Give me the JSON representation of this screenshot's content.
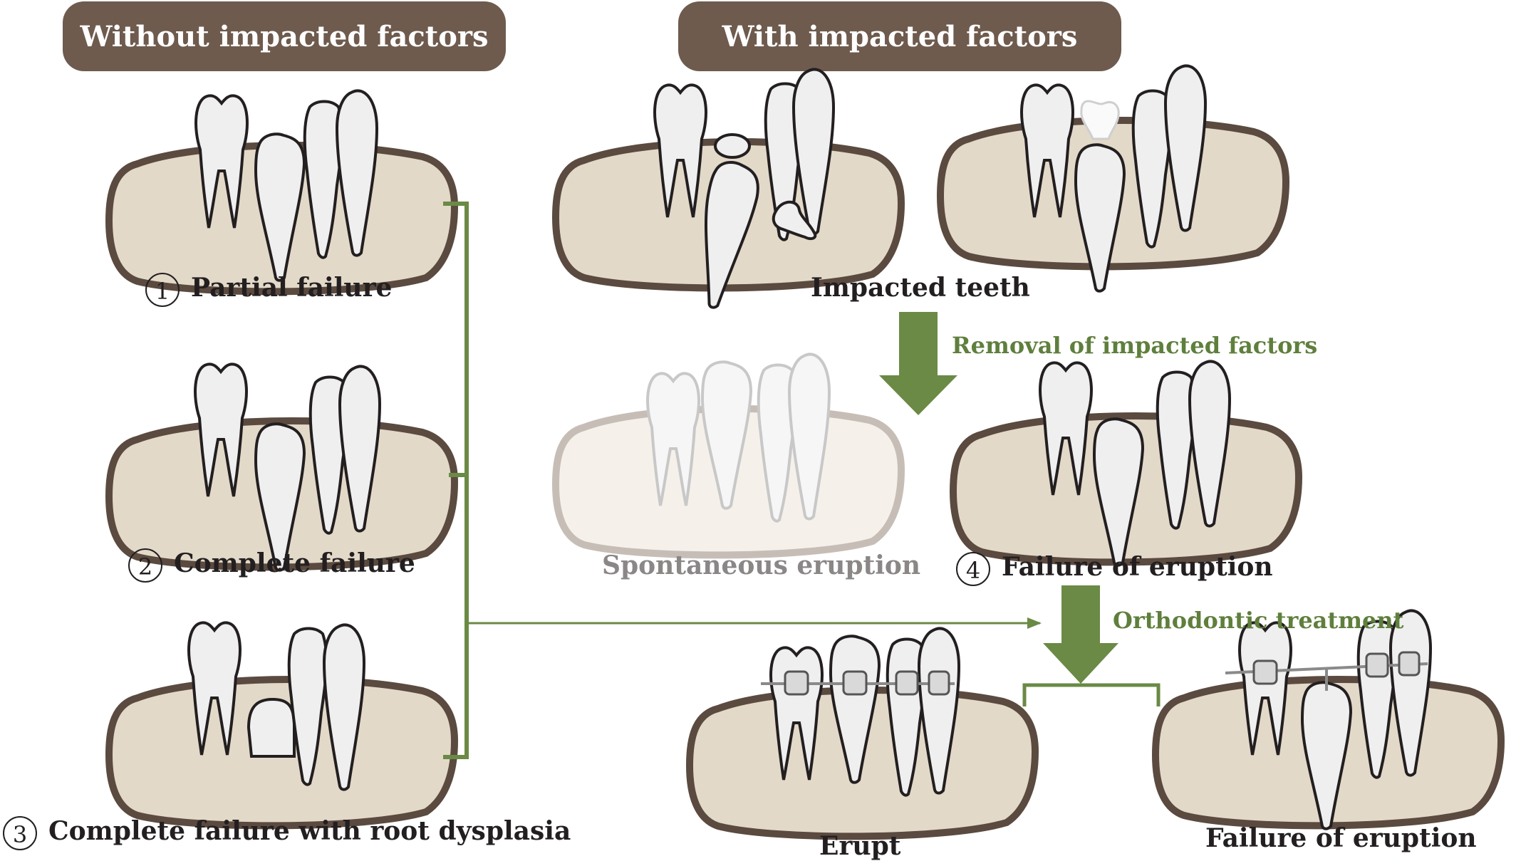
{
  "headers": {
    "without": "Without impacted factors",
    "with": "With impacted factors"
  },
  "labels": {
    "partial": {
      "num": "1",
      "text": "Partial failure"
    },
    "complete": {
      "num": "2",
      "text": "Complete failure"
    },
    "dysplasia": {
      "num": "3",
      "text": "Complete failure with root dysplasia"
    },
    "impacted": "Impacted teeth",
    "removal": "Removal of impacted factors",
    "spontaneous": "Spontaneous eruption",
    "failure4": {
      "num": "4",
      "text": "Failure of eruption"
    },
    "ortho": "Orthodontic treatment",
    "erupt": "Erupt",
    "failure_final": "Failure of eruption"
  },
  "colors": {
    "header_bg": "#6e5b4e",
    "gum_fill": "#e3d9c9",
    "gum_stroke": "#5b4a3f",
    "arrow_green": "#6a8a45",
    "tooth_fill": "#efefef",
    "tooth_stroke": "#231f20"
  }
}
